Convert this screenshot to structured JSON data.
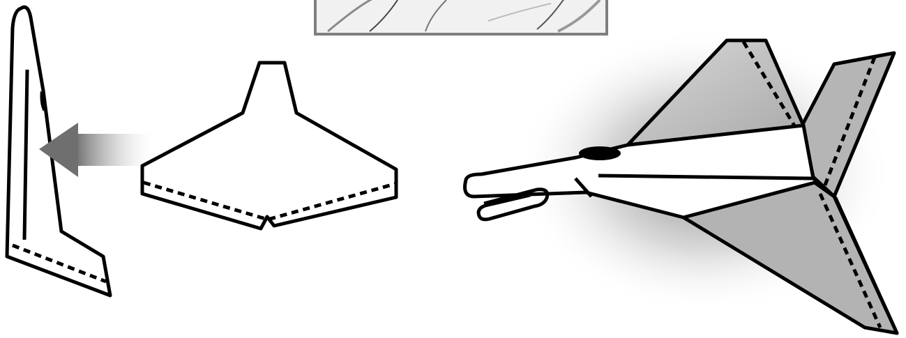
{
  "diagram": {
    "steps": [
      {
        "name": "folded-fuselage-side-view"
      },
      {
        "name": "flat-delta-wing-piece"
      },
      {
        "name": "assembled-paper-plane"
      }
    ],
    "elements": {
      "photo_inset": "hands-holding-paper-photo",
      "arrow": "insert-direction-arrow",
      "paperclip": "paperclip-weight"
    },
    "colors": {
      "outline": "#000000",
      "paper": "#ffffff",
      "wing_shade": "#b8b8b8",
      "arrow": "#7a7a7a",
      "photo_frame": "#7f7f7f"
    }
  }
}
